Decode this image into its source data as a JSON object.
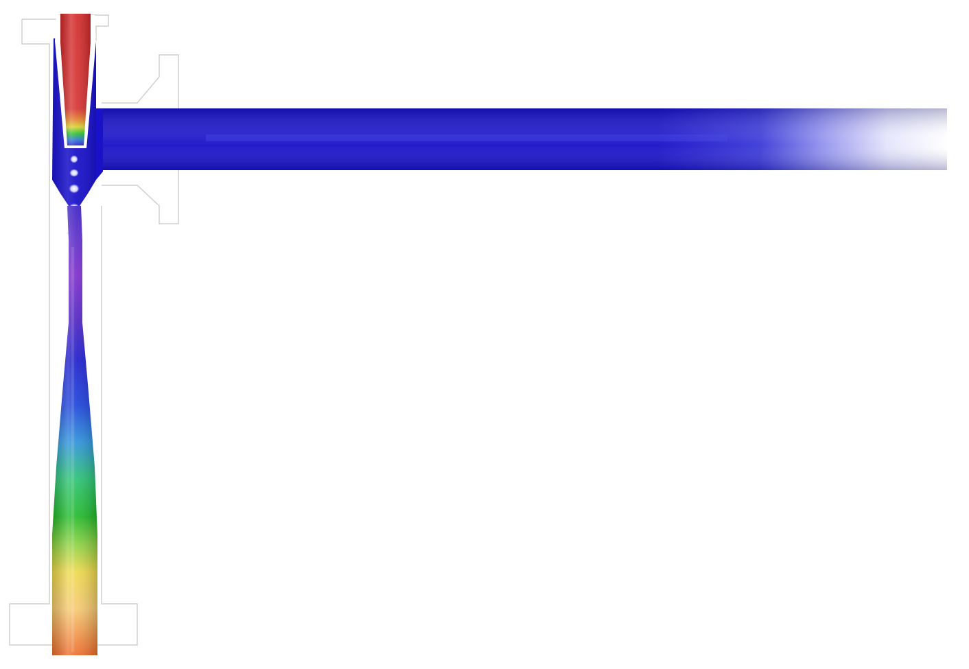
{
  "diagram": {
    "kind": "cfd-ejector-contour",
    "colors": {
      "background": "#ffffff",
      "housing_outline": "#c8c8c8",
      "nozzle_wall": "#ffffff",
      "scale_low": "#1a12c8",
      "scale_mid_low": "#2a8ad8",
      "scale_mid": "#22c02a",
      "scale_mid_high": "#f0d840",
      "scale_high": "#d42828",
      "diffuser_violet": "#7a2ac8"
    },
    "parts": [
      "motive-nozzle",
      "suction-chamber",
      "suction-pipe",
      "mixing-throat",
      "diffuser",
      "housing"
    ]
  }
}
